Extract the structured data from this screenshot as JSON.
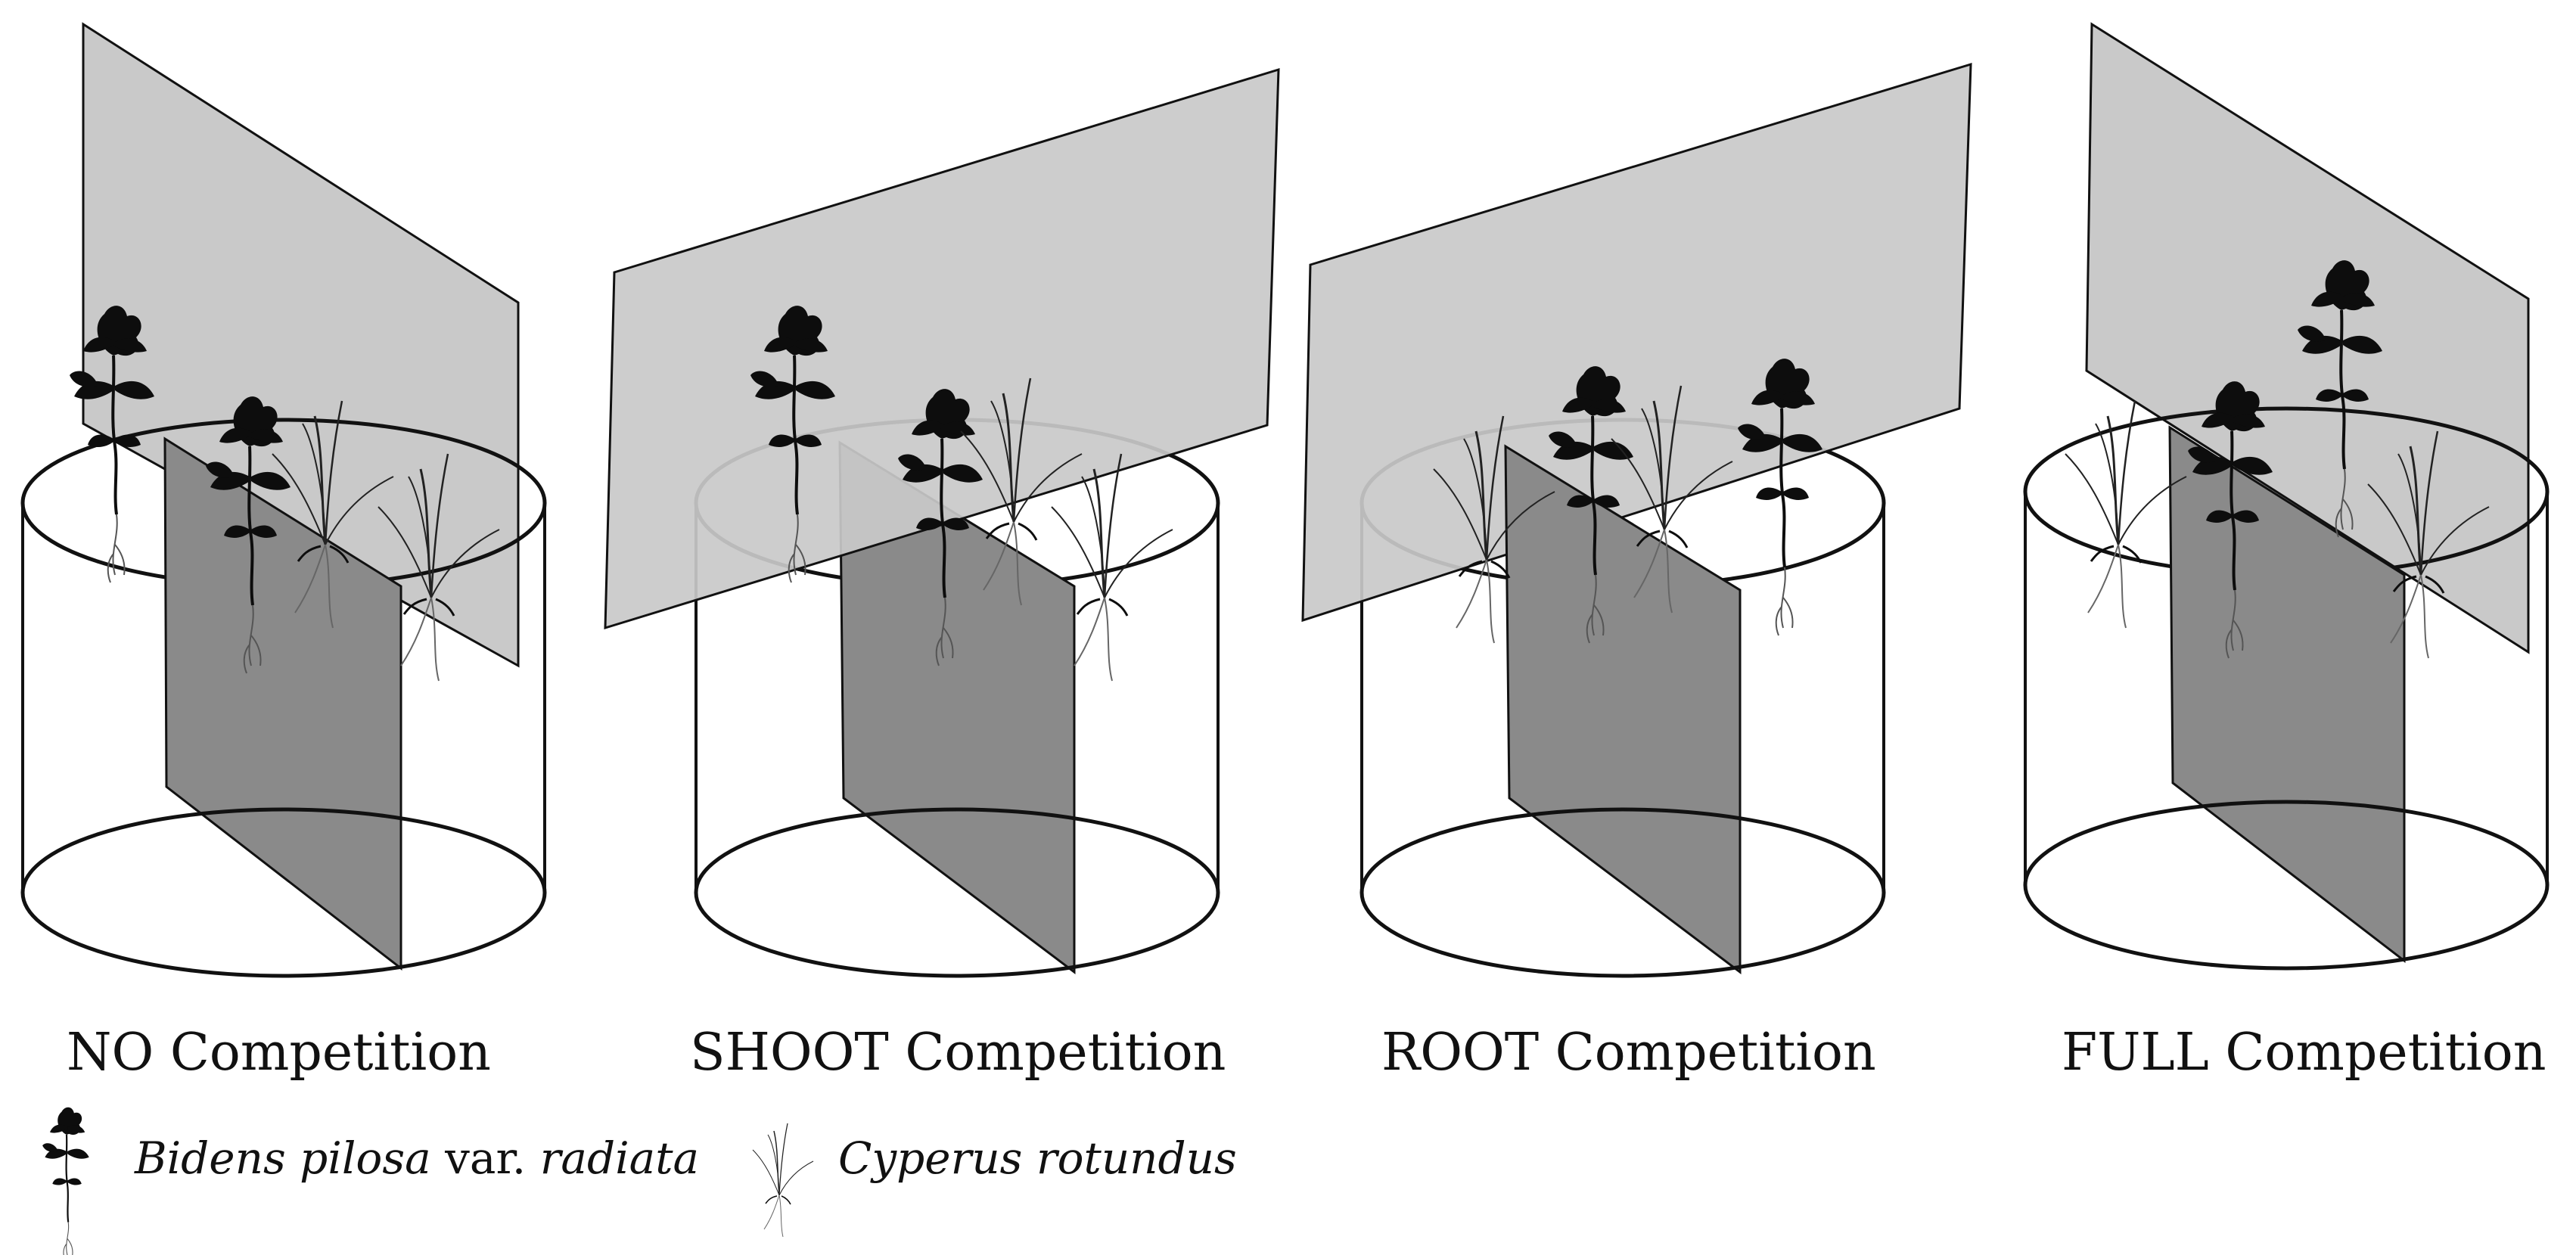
{
  "panels": [
    {
      "id": "no",
      "label": "NO Competition"
    },
    {
      "id": "shoot",
      "label": "SHOOT Competition"
    },
    {
      "id": "root",
      "label": "ROOT Competition"
    },
    {
      "id": "full",
      "label": "FULL Competition"
    }
  ],
  "legend": {
    "species_1_genus_species": "Bidens pilosa",
    "species_1_var": "var.",
    "species_1_variety": "radiata",
    "species_2": "Cyperus rotundus"
  },
  "colors": {
    "shoot_divider": "#c9c9c9",
    "root_divider": "#8a8a8a",
    "outline": "#111111",
    "plant": "#0d0d0d"
  }
}
